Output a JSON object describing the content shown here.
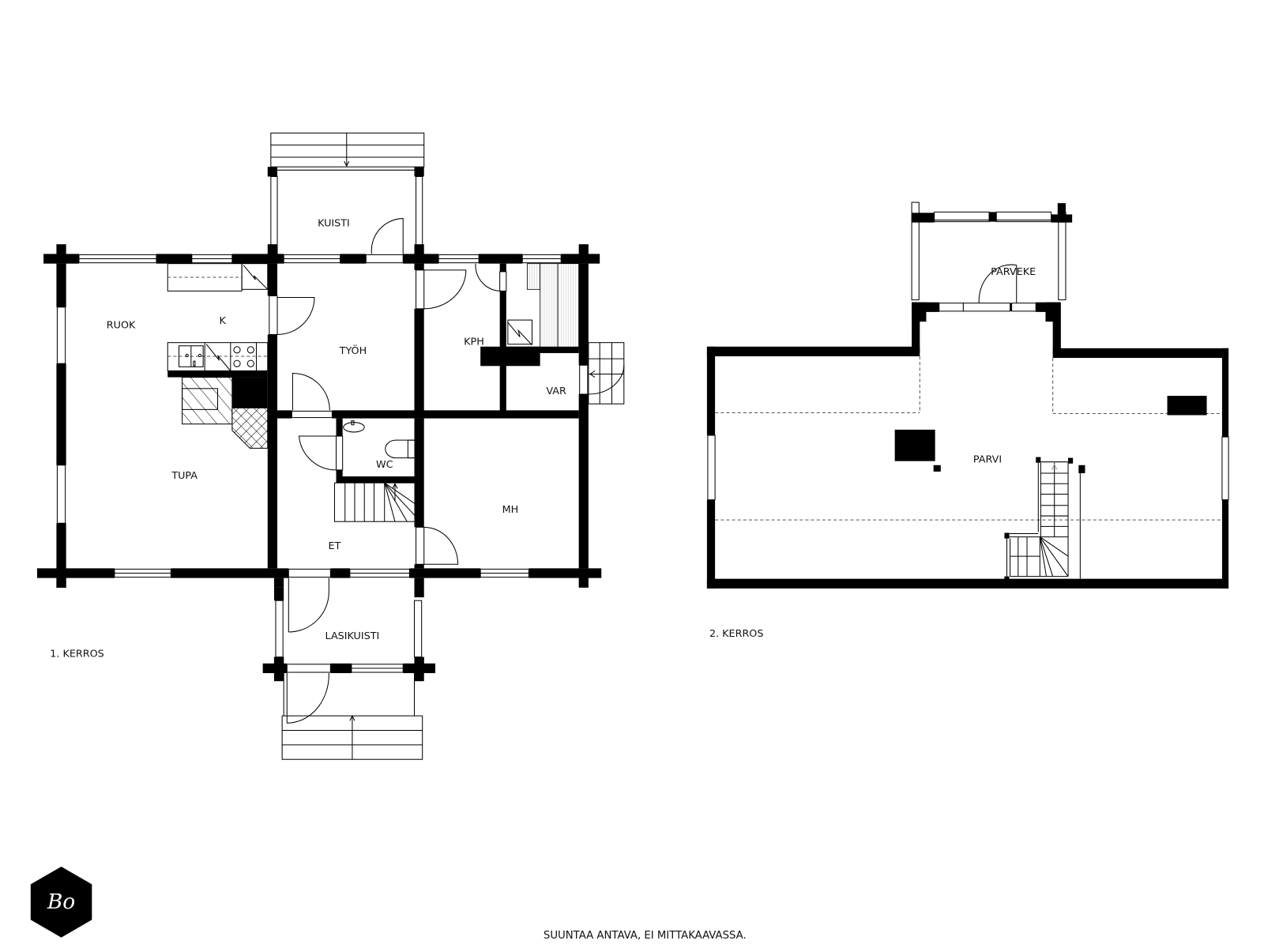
{
  "floor_1": {
    "label": "1. KERROS",
    "rooms": {
      "kuisti": "KUISTI",
      "ruok": "RUOK",
      "k": "K",
      "tyoh": "TYÖH",
      "kph": "KPH",
      "var": "VAR",
      "tupa": "TUPA",
      "wc": "WC",
      "et": "ET",
      "mh": "MH",
      "lasikuisti": "LASIKUISTI"
    }
  },
  "floor_2": {
    "label": "2. KERROS",
    "rooms": {
      "parveke": "PARVEKE",
      "parvi": "PARVI"
    }
  },
  "footer": {
    "disclaimer": "SUUNTAA ANTAVA, EI MITTAKAAVASSA.",
    "logo_text": "Bo"
  },
  "colors": {
    "walls": "#000000",
    "background": "#ffffff",
    "logo_bg": "#000000",
    "logo_fg": "#ffffff"
  }
}
